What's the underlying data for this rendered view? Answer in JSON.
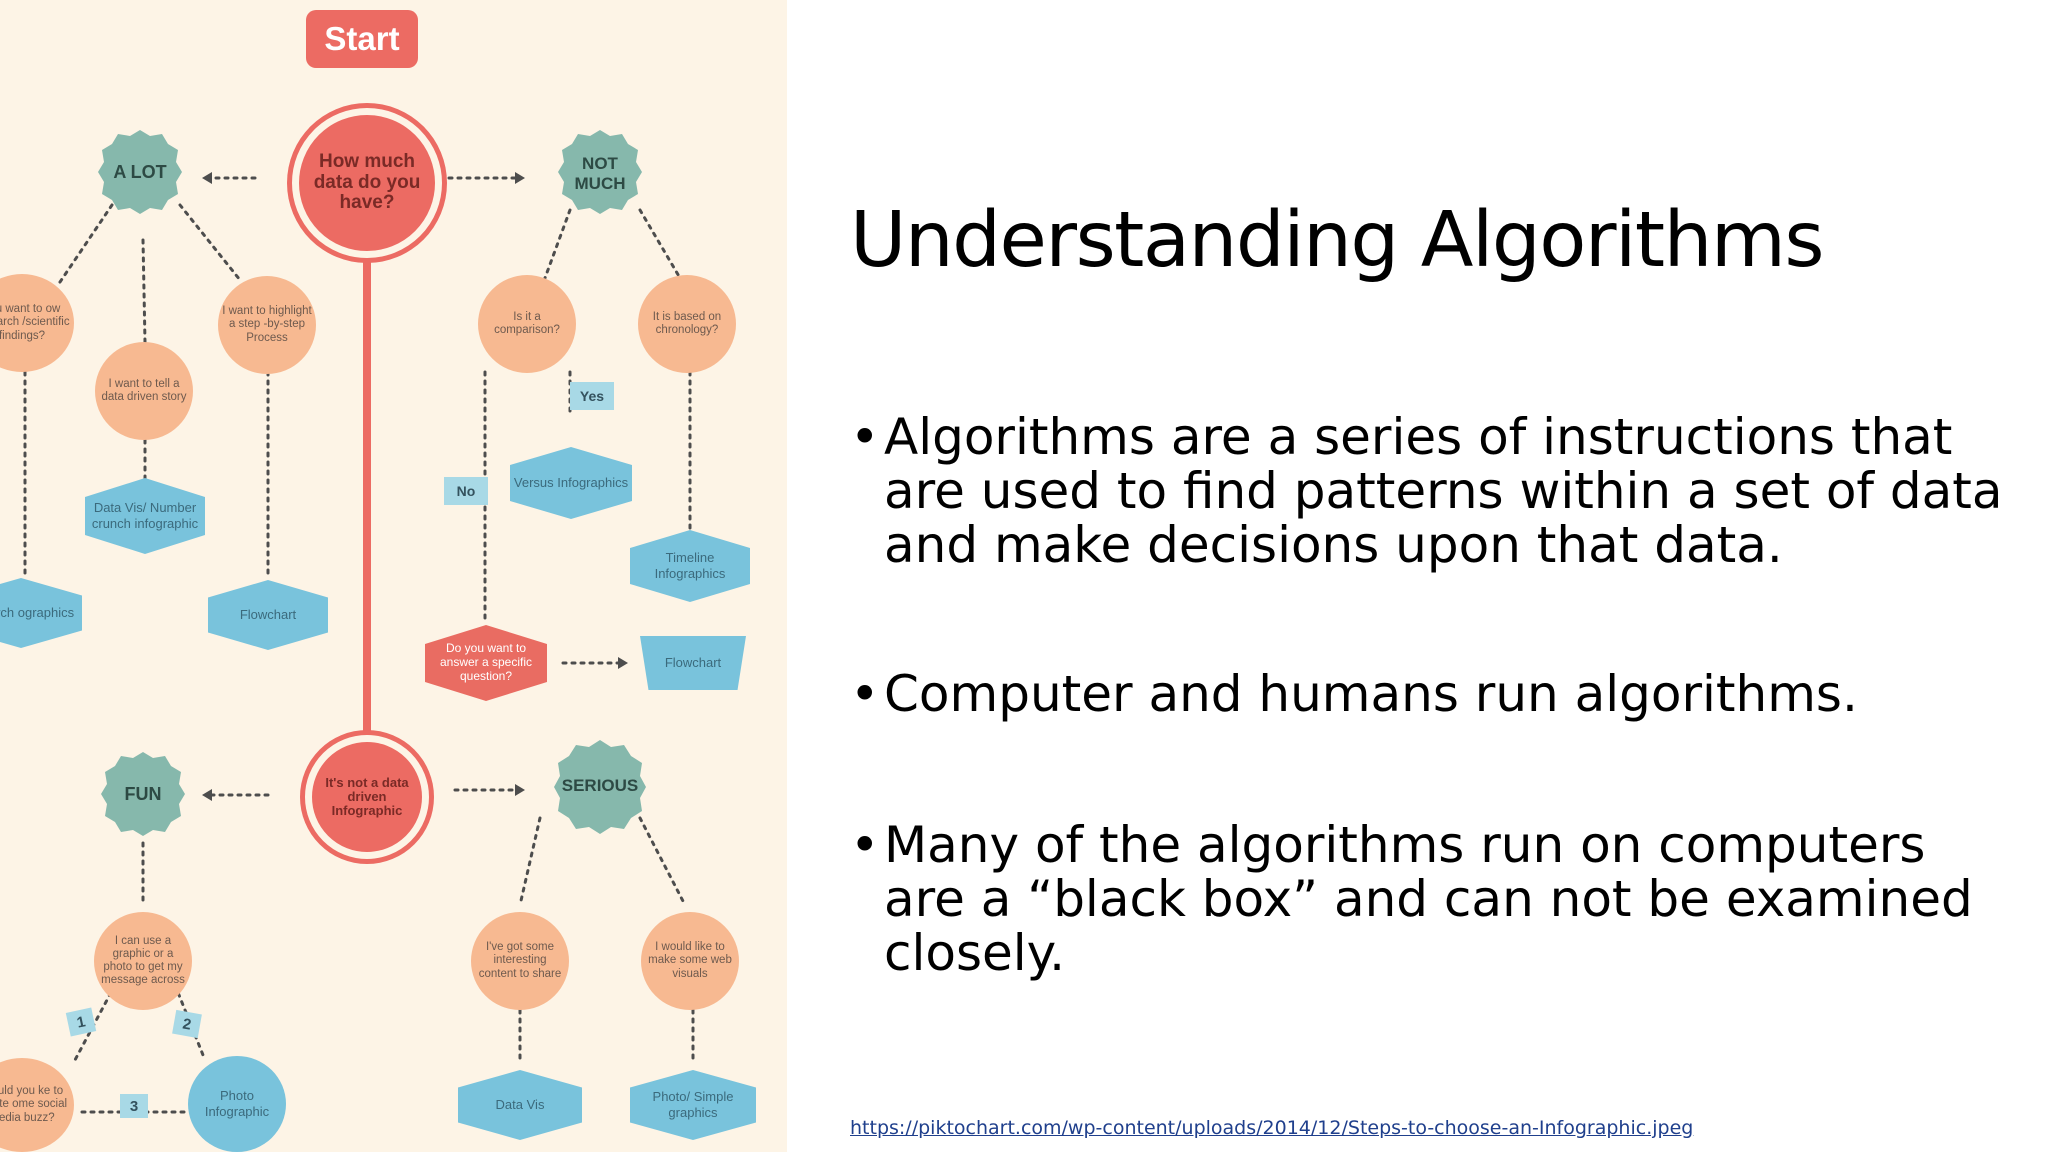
{
  "slide": {
    "title": "Understanding Algorithms",
    "bullets": [
      "Algorithms are a series of instructions that are used to find patterns within a set of data and make decisions upon that data.",
      "Computer and humans run algorithms.",
      "Many of the algorithms run on computers are a “black box” and can not be examined closely."
    ],
    "source_link": "https://piktochart.com/wp-content/uploads/2014/12/Steps-to-choose-an-Infographic.jpeg"
  },
  "flowchart": {
    "start": "Start",
    "question": "How much data do you have?",
    "a_lot": "A LOT",
    "not_much": "NOT MUCH",
    "research": "you want to ow research /scientific findings?",
    "tell_story": "I want to tell a data driven story",
    "step_process": "I want to highlight a step -by-step Process",
    "data_vis_number": "Data Vis/ Number crunch infographic",
    "research_infographics": "esearch ographics",
    "flowchart_left": "Flowchart",
    "comparison": "Is it a comparison?",
    "chronology": "It is based on chronology?",
    "yes": "Yes",
    "no": "No",
    "versus": "Versus Infographics",
    "timeline": "Timeline Infographics",
    "specific_question": "Do you want to answer a specific question?",
    "flowchart_right": "Flowchart",
    "not_data_driven": "It's not a data driven Infographic",
    "fun": "FUN",
    "serious": "SERIOUS",
    "graphic_photo": "I can use a graphic or a photo to get my message across",
    "social_media": "Would you ke to create ome social Media buzz?",
    "photo_infographic": "Photo Infographic",
    "label_1": "1",
    "label_2": "2",
    "label_3": "3",
    "interesting_content": "I've got some interesting content to share",
    "web_visuals": "I would like to make some web visuals",
    "data_vis": "Data Vis",
    "photo_simple": "Photo/ Simple graphics"
  }
}
